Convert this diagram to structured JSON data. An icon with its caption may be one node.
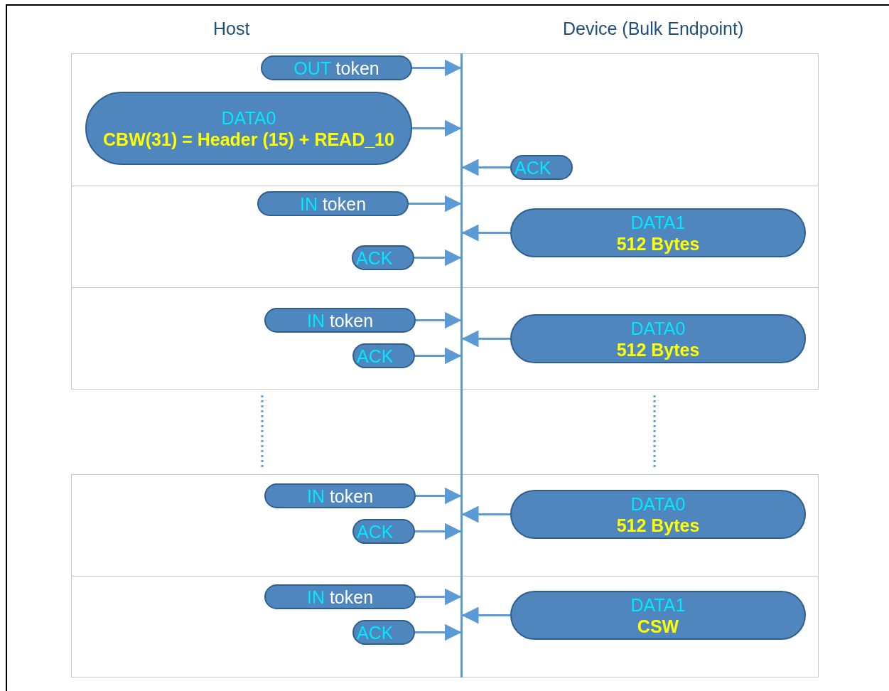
{
  "diagram": {
    "nodes": [
      {
        "text": [],
        "shape": "bar"
      },
      {
        "text": [
          "OUT token"
        ]
      },
      {
        "text": [
          "DATA0",
          "CBW(31) = Header (15) + READ_10"
        ]
      },
      {
        "text": [
          "ACK"
        ]
      },
      {
        "text": [
          "IN token"
        ]
      },
      {
        "text": [
          "DATA1",
          "512 Bytes"
        ]
      },
      {
        "text": [
          "ACK"
        ]
      },
      {
        "text": [
          "IN token"
        ]
      },
      {
        "text": [
          "DATA0",
          "512 Bytes"
        ]
      },
      {
        "text": [
          "ACK"
        ]
      },
      {
        "text": [
          "IN token"
        ]
      },
      {
        "text": [
          "DATA0",
          "512 Bytes"
        ]
      },
      {
        "text": [
          "ACK"
        ]
      },
      {
        "text": [
          "IN token"
        ]
      },
      {
        "text": [
          "DATA1",
          "CSW"
        ]
      },
      {
        "text": [
          "ACK"
        ]
      }
    ],
    "edges": [
      {
        "from": 1,
        "to": 0,
        "arrow": "to"
      },
      {
        "from": 2,
        "to": 0,
        "arrow": "to"
      },
      {
        "from": 3,
        "to": 0,
        "arrow": "to"
      },
      {
        "from": 4,
        "to": 0,
        "arrow": "to"
      },
      {
        "from": 5,
        "to": 0,
        "arrow": "to"
      },
      {
        "from": 6,
        "to": 0,
        "arrow": "to"
      },
      {
        "from": 7,
        "to": 0,
        "arrow": "to"
      },
      {
        "from": 8,
        "to": 0,
        "arrow": "to"
      },
      {
        "from": 9,
        "to": 0,
        "arrow": "to"
      },
      {
        "from": 10,
        "to": 0,
        "arrow": "to"
      },
      {
        "from": 11,
        "to": 0,
        "arrow": "to"
      },
      {
        "from": 12,
        "to": 0,
        "arrow": "to"
      },
      {
        "from": 13,
        "to": 0,
        "arrow": "to"
      },
      {
        "from": 14,
        "to": 0,
        "arrow": "to"
      },
      {
        "from": 15,
        "to": 0,
        "arrow": "to"
      }
    ],
    "labels": [
      "Host",
      "Device (Bulk Endpoint)"
    ]
  }
}
